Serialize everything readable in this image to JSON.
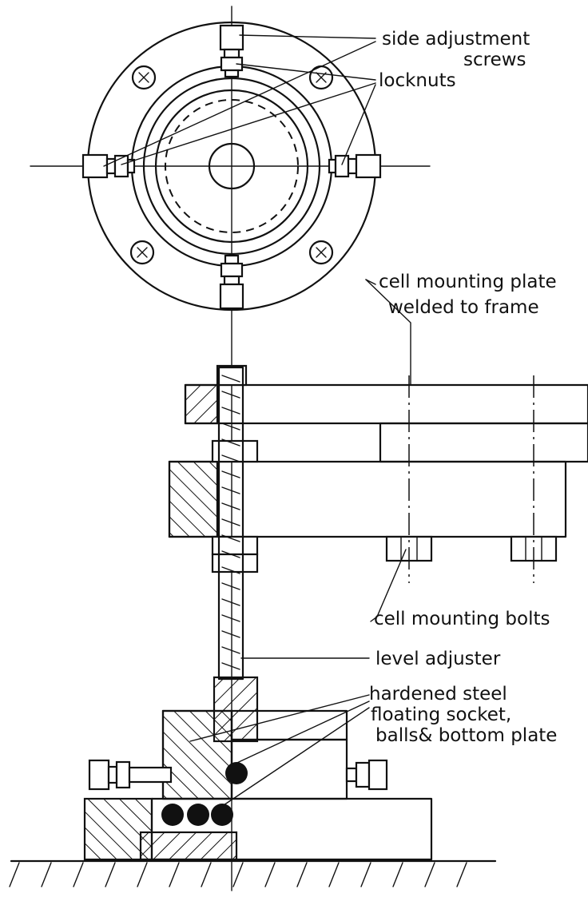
{
  "labels": {
    "side_adjustment_line1": "side adjustment",
    "side_adjustment_line2": "screws",
    "locknuts": "locknuts",
    "plate_line1": "cell mounting plate",
    "plate_line2": "welded to frame",
    "bolts": "cell mounting bolts",
    "level_adjuster": "level adjuster",
    "steel_line1": "hardened steel",
    "steel_line2": "floating socket,",
    "steel_line3": "balls& bottom plate"
  },
  "colors": {
    "ink": "#111111",
    "paper": "#ffffff"
  }
}
